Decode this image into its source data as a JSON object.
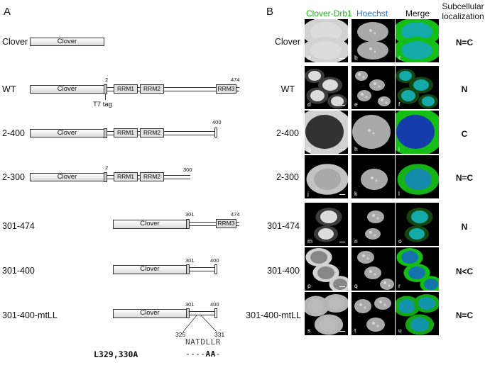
{
  "panel_a": {
    "letter": "A",
    "constructs": [
      {
        "label": "Clover",
        "clover": "Clover"
      },
      {
        "label": "WT",
        "clover": "Clover",
        "start": "2",
        "end": "474",
        "tag": "T7 tag",
        "rrm1": "RRM1",
        "rrm2": "RRM2",
        "rrm3": "RRM3"
      },
      {
        "label": "2-400",
        "clover": "Clover",
        "rrm1": "RRM1",
        "rrm2": "RRM2",
        "end": "400"
      },
      {
        "label": "2-300",
        "clover": "Clover",
        "start": "2",
        "rrm1": "RRM1",
        "rrm2": "RRM2",
        "end": "300"
      },
      {
        "label": "301-474",
        "clover": "Clover",
        "start": "301",
        "end": "474",
        "rrm3": "RRM3"
      },
      {
        "label": "301-400",
        "clover": "Clover",
        "start": "301",
        "end": "400"
      },
      {
        "label": "301-400-mtLL",
        "clover": "Clover",
        "start": "301",
        "end": "400",
        "pos_left": "325",
        "pos_right": "331"
      }
    ],
    "mutation": {
      "label": "L329,330A",
      "wt_seq": "NATDLLR",
      "mut_prefix": "----",
      "mut_aa": "AA",
      "mut_suffix": "-"
    }
  },
  "panel_b": {
    "letter": "B",
    "header": {
      "clover_drb1": "Clover-Drb1",
      "hoechst": "Hoechst",
      "merge": "Merge",
      "subcell_line1": "Subcellular",
      "subcell_line2": "localization"
    },
    "rows": [
      {
        "label": "Clover",
        "loc": "N=C",
        "letters": [
          "a",
          "b",
          "c"
        ]
      },
      {
        "label": "WT",
        "loc": "N",
        "letters": [
          "d",
          "e",
          "f"
        ]
      },
      {
        "label": "2-400",
        "loc": "C",
        "letters": [
          "g",
          "h",
          "i"
        ]
      },
      {
        "label": "2-300",
        "loc": "N=C",
        "letters": [
          "j",
          "k",
          "l"
        ]
      },
      {
        "label": "301-474",
        "loc": "N",
        "letters": [
          "m",
          "n",
          "o"
        ]
      },
      {
        "label": "301-400",
        "loc": "N<C",
        "letters": [
          "p",
          "q",
          "r"
        ]
      },
      {
        "label": "301-400-mtLL",
        "loc": "N=C",
        "letters": [
          "s",
          "t",
          "u"
        ]
      }
    ],
    "colors": {
      "clover": "#18b418",
      "hoechst": "#1e6ed2"
    }
  }
}
